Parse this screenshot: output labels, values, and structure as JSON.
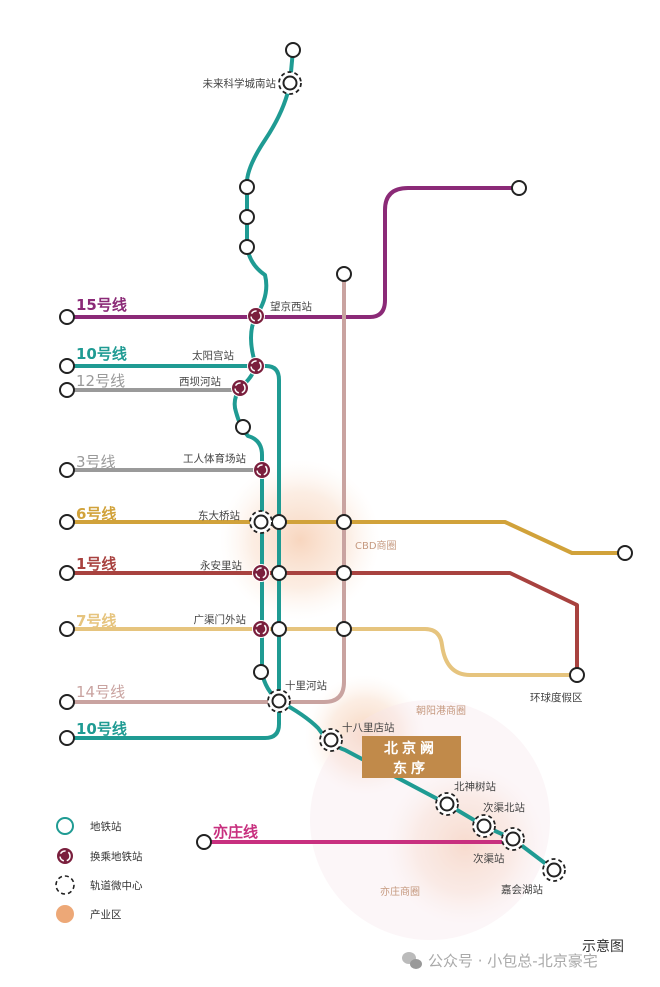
{
  "lines": {
    "l15": {
      "label": "15号线",
      "color": "#8b2a77"
    },
    "l10a": {
      "label": "10号线",
      "color": "#1f9b93"
    },
    "l12": {
      "label": "12号线",
      "color": "#9a9a9a"
    },
    "l3": {
      "label": "3号线",
      "color": "#9a9a9a"
    },
    "l6": {
      "label": "6号线",
      "color": "#d1a23a"
    },
    "l1": {
      "label": "1号线",
      "color": "#a8423f"
    },
    "l7": {
      "label": "7号线",
      "color": "#e6c47e"
    },
    "l14": {
      "label": "14号线",
      "color": "#c9a3a0"
    },
    "l10b": {
      "label": "10号线",
      "color": "#1f9b93"
    },
    "yizhuang": {
      "label": "亦庄线",
      "color": "#c8307f"
    },
    "main": {
      "color": "#1f9b93"
    }
  },
  "stations": {
    "weilai": "未来科学城南站",
    "wangjingxi": "望京西站",
    "taiyanggong": "太阳宫站",
    "xibahe": "西坝河站",
    "gongti": "工人体育场站",
    "dongdaqiao": "东大桥站",
    "yonganli": "永安里站",
    "guangqumenwai": "广渠门外站",
    "shilihe": "十里河站",
    "shibalidian": "十八里店站",
    "beishenshu": "北神树站",
    "ciqubei": "次渠北站",
    "ciqu": "次渠站",
    "jiahuihu": "嘉会湖站",
    "huanqiu": "环球度假区"
  },
  "zones": {
    "cbd": "CBD商圈",
    "chaoyanggang": "朝阳港商圈",
    "yizhuang": "亦庄商圈"
  },
  "project": {
    "line1": "北京阙",
    "line2": "东序",
    "color": "#c18a4a"
  },
  "legend": {
    "station": "地铁站",
    "interchange": "换乘地铁站",
    "hub": "轨道微中心",
    "industry": "产业区"
  },
  "footer": {
    "note": "示意图",
    "watermark": "公众号 · 小包总-北京豪宅"
  }
}
